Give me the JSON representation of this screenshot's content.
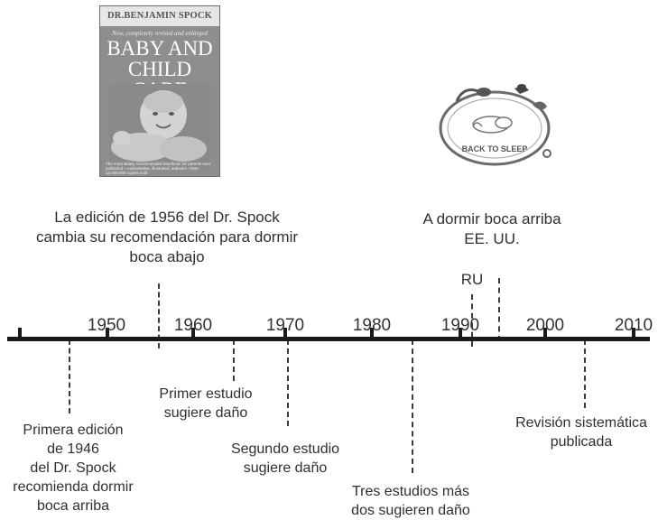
{
  "book": {
    "author": "DR.BENJAMIN SPOCK",
    "subtitle": "New, completely revised and enlarged",
    "title_line1": "BABY AND",
    "title_line2": "CHILD CARE",
    "blurb": "The most widely recommended handbook for parents ever published—Authoritative, illustrated, indexed—Over 13,000,000 copies sold"
  },
  "logo": {
    "text": "BACK TO SLEEP"
  },
  "years": [
    "1950",
    "1960",
    "1970",
    "1980",
    "1990",
    "2000",
    "2010"
  ],
  "events_top": {
    "spock_1956": [
      "La edición de 1956 del Dr. Spock",
      "cambia su recomendación para dormir",
      "boca abajo"
    ],
    "uk": "RU",
    "usa": [
      "A dormir boca arriba",
      "EE. UU."
    ]
  },
  "events_bottom": {
    "first_edition": [
      "Primera edición",
      "de 1946",
      "del Dr. Spock",
      "recomienda dormir",
      "boca arriba"
    ],
    "first_study": [
      "Primer estudio",
      "sugiere daño"
    ],
    "second_study": [
      "Segundo estudio",
      "sugiere daño"
    ],
    "three_studies": [
      "Tres estudios más",
      "dos sugieren daño"
    ],
    "review": [
      "Revisión sistemática",
      "publicada"
    ]
  }
}
